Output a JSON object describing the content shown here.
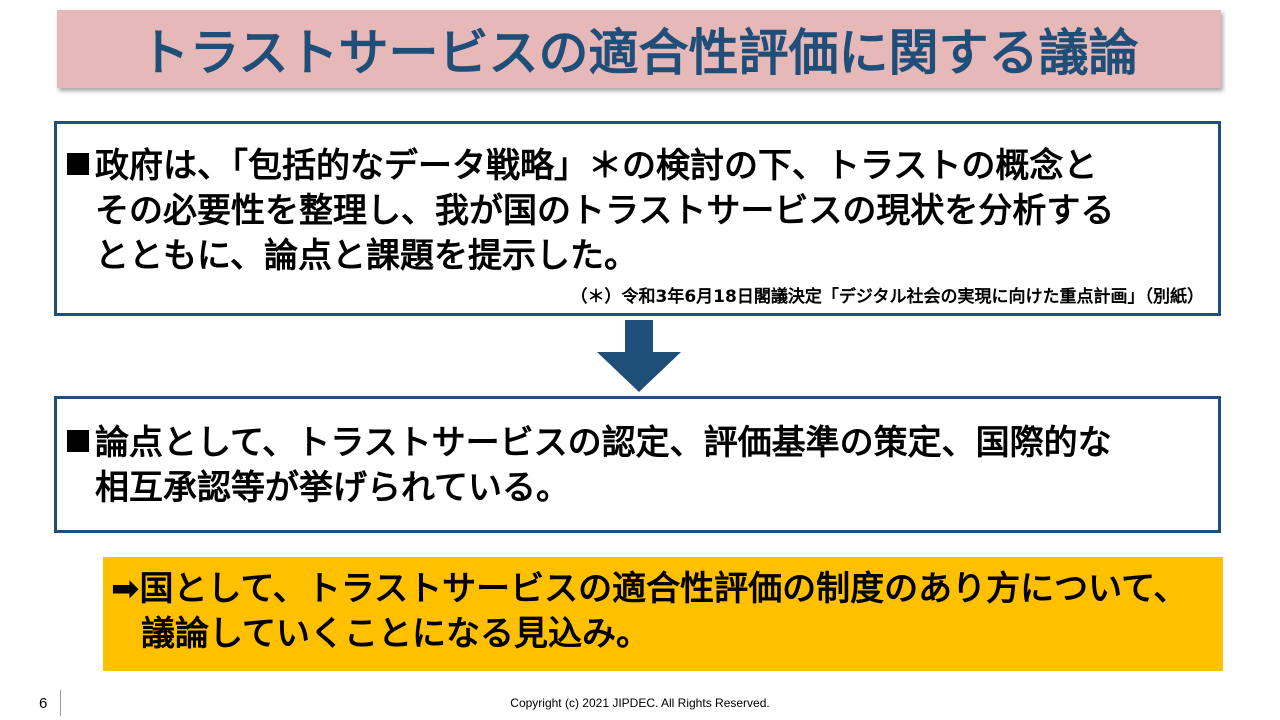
{
  "title": "トラストサービスの適合性評価に関する議論",
  "box1": {
    "bullet": "■",
    "lines": [
      "政府は、「包括的なデータ戦略」＊の検討の下、トラストの概念と",
      "その必要性を整理し、我が国のトラストサービスの現状を分析する",
      "とともに、論点と課題を提示した。"
    ],
    "footnote": "（＊）令和3年6月18日閣議決定「デジタル社会の実現に向けた重点計画」（別紙）"
  },
  "arrow": {
    "icon": "down-arrow-icon",
    "color": "#1f4e79"
  },
  "box2": {
    "bullet": "■",
    "lines": [
      "論点として、トラストサービスの認定、評価基準の策定、国際的な",
      "相互承認等が挙げられている。"
    ]
  },
  "conclusion": {
    "arrow_glyph": "➡",
    "lines": [
      "国として、トラストサービスの適合性評価の制度のあり方について、",
      "議論していくことになる見込み。"
    ]
  },
  "footer": {
    "page_number": "6",
    "copyright": "Copyright (c) 2021 JIPDEC.  All Rights Reserved."
  },
  "colors": {
    "title_bg": "#e6b9b8",
    "title_text": "#1f4e79",
    "box_border": "#1f4e79",
    "highlight_bg": "#ffc000"
  }
}
